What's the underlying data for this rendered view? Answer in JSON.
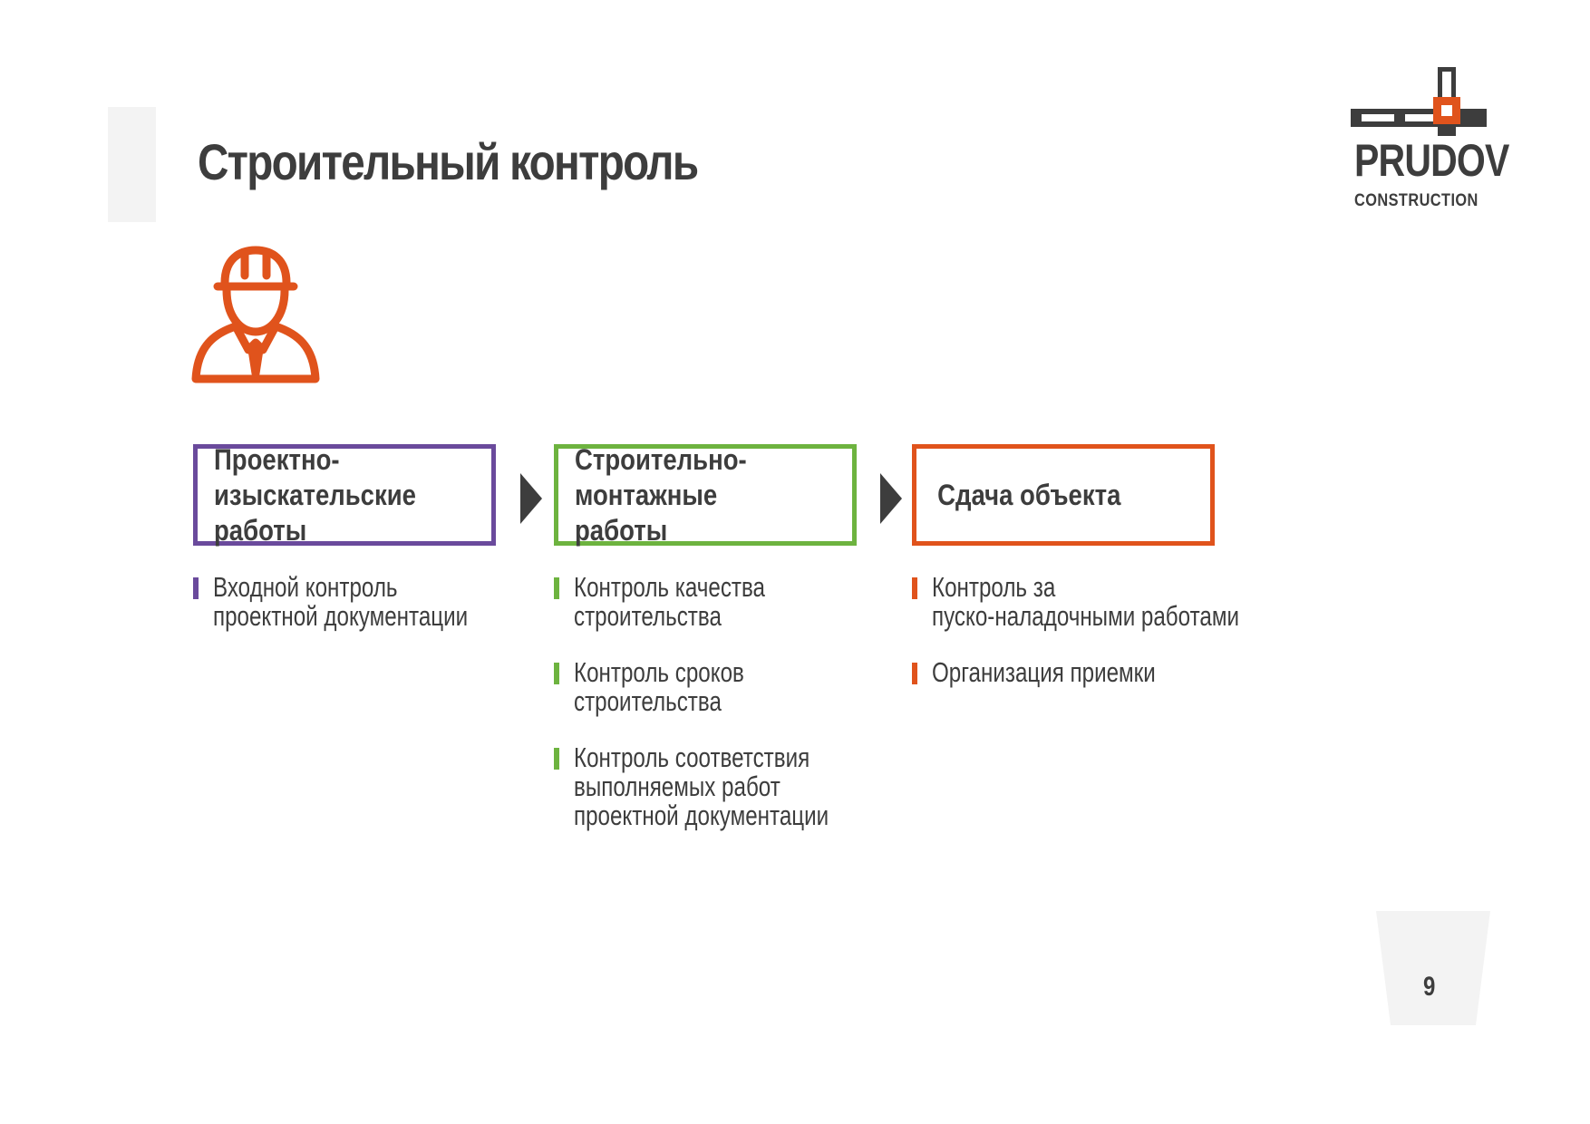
{
  "slide": {
    "title": "Строительный контроль",
    "page_number": "9"
  },
  "logo": {
    "word": "PRUDOV",
    "sub": "CONSTRUCTION",
    "colors": {
      "dark": "#3d3d3d",
      "accent": "#e0531c"
    }
  },
  "icons": {
    "worker": "construction-worker-icon"
  },
  "stages": [
    {
      "title": "Проектно-\nизыскательские работы",
      "color": "#6a4a9c",
      "items": [
        "Входной контроль\nпроектной документации"
      ]
    },
    {
      "title": "Строительно-монтажные\nработы",
      "color": "#6db33f",
      "items": [
        "Контроль качества\nстроительства",
        "Контроль сроков\nстроительства",
        "Контроль соответствия\nвыполняемых работ\nпроектной документации"
      ]
    },
    {
      "title": "Сдача объекта",
      "color": "#e0531c",
      "items": [
        "Контроль за\nпуско-наладочными работами",
        "Организация приемки"
      ]
    }
  ]
}
